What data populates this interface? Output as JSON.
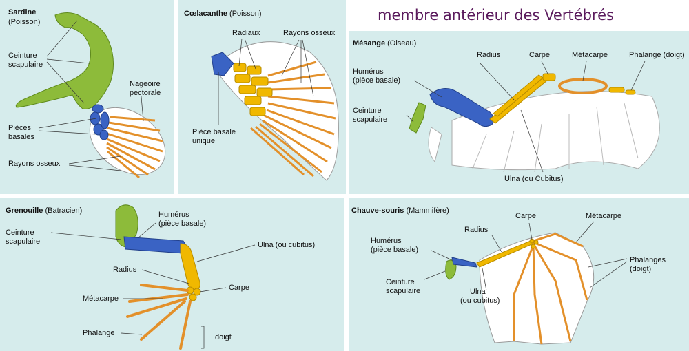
{
  "main_title": "membre antérieur des Vertébrés",
  "sardine": {
    "name": "Sardine",
    "class": "(Poisson)",
    "ceinture": [
      "Ceinture",
      "scapulaire"
    ],
    "nageoire": [
      "Nageoire",
      "pectorale"
    ],
    "pieces": [
      "Pièces",
      "basales"
    ],
    "rayons": "Rayons osseux"
  },
  "coelacanthe": {
    "name": "Cœlacanthe",
    "class": "(Poisson)",
    "radiaux": "Radiaux",
    "rayons": "Rayons osseux",
    "piece_basale": [
      "Pièce basale",
      "unique"
    ]
  },
  "mesange": {
    "name": "Mésange",
    "class": "(Oiseau)",
    "humerus": [
      "Humérus",
      "(pièce basale)"
    ],
    "radius": "Radius",
    "carpe": "Carpe",
    "metacarpe": "Métacarpe",
    "phalange": "Phalange (doigt)",
    "ceinture": [
      "Ceinture",
      "scapulaire"
    ],
    "ulna": "Ulna (ou Cubitus)"
  },
  "grenouille": {
    "name": "Grenouille",
    "class": "(Batracien)",
    "ceinture": [
      "Ceinture",
      "scapulaire"
    ],
    "humerus": [
      "Humérus",
      "(pièce basale)"
    ],
    "ulna": "Ulna (ou cubitus)",
    "radius": "Radius",
    "carpe": "Carpe",
    "metacarpe": "Métacarpe",
    "phalange": "Phalange",
    "doigt": "doigt"
  },
  "chauve_souris": {
    "name": "Chauve-souris",
    "class": "(Mammifère)",
    "carpe": "Carpe",
    "metacarpe": "Métacarpe",
    "radius": "Radius",
    "humerus": [
      "Humérus",
      "(pièce basale)"
    ],
    "phalanges": [
      "Phalanges",
      "(doigt)"
    ],
    "ceinture": [
      "Ceinture",
      "scapulaire"
    ],
    "ulna": [
      "Ulna",
      "(ou cubitus)"
    ]
  },
  "colors": {
    "panel": "#d6ecec",
    "girdle": "#8dbb3a",
    "basal": "#3a63c4",
    "ray": "#e3902a",
    "radial": "#f0b800",
    "title": "#5a1a5c"
  }
}
